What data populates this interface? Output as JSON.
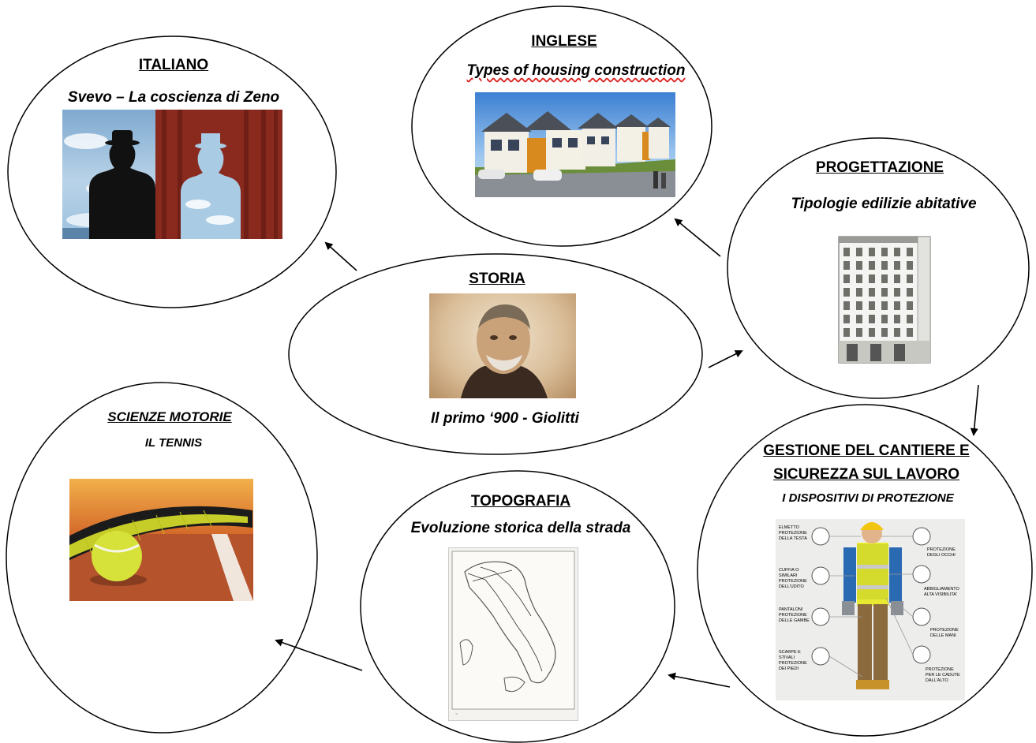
{
  "nodes": {
    "italiano": {
      "title": "ITALIANO",
      "subtitle": "Svevo – La coscienza di Zeno"
    },
    "inglese": {
      "title": "INGLESE",
      "subtitle": "Types of housing construction"
    },
    "progettazione": {
      "title": "PROGETTAZIONE",
      "subtitle": "Tipologie edilizie abitative"
    },
    "storia": {
      "title": "STORIA",
      "subtitle": "Il primo ‘900 - Giolitti"
    },
    "scienze": {
      "title": "SCIENZE MOTORIE",
      "subtitle": "IL TENNIS"
    },
    "topografia": {
      "title": "TOPOGRAFIA",
      "subtitle": "Evoluzione storica della strada"
    },
    "gestione": {
      "title_line1": "GESTIONE DEL CANTIERE E",
      "title_line2": "SICUREZZA SUL LAVORO",
      "subtitle": "I DISPOSITIVI DI PROTEZIONE"
    }
  },
  "ppe_labels": {
    "left": [
      "ELMETTO PROTEZIONE DELLA TESTA",
      "CUFFIA O SIMILARI PROTEZIONE DELL'UDITO",
      "PANTALONI PROTEZIONE DELLE GAMBE",
      "SCARPE E STIVALI PROTEZIONE DEI PIEDI"
    ],
    "right": [
      "PROTEZIONE DEGLI OCCHI",
      "ABBIGLIAMENTO ALTA VISIBILITA'",
      "PROTEZIONE DELLE MANI",
      "PROTEZIONE PER LE CADUTE DALL'ALTO"
    ]
  },
  "colors": {
    "outline": "#000000",
    "tennis_clay": "#b5532d",
    "hivis": "#e7e81d",
    "curtain": "#8a2a1f",
    "sky": "#8fb8d8",
    "sepia": "#c9a27a"
  }
}
